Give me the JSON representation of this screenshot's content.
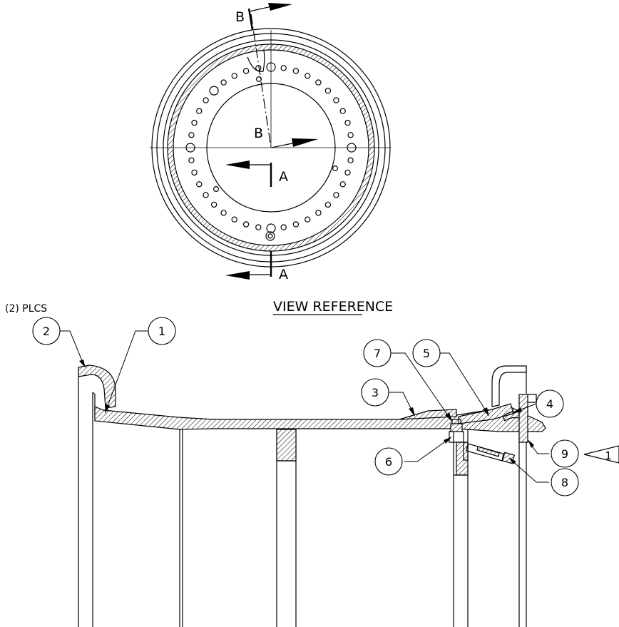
{
  "view_title": "VIEW REFERENCE",
  "section_labels": {
    "b_top": "B",
    "b_center": "B",
    "a_upper": "A",
    "a_lower": "A"
  },
  "note_plcs": "(2) PLCS",
  "balloons": [
    {
      "id": "balloon-1",
      "label": "1"
    },
    {
      "id": "balloon-2",
      "label": "2"
    },
    {
      "id": "balloon-3",
      "label": "3"
    },
    {
      "id": "balloon-4",
      "label": "4"
    },
    {
      "id": "balloon-5",
      "label": "5"
    },
    {
      "id": "balloon-6",
      "label": "6"
    },
    {
      "id": "balloon-7",
      "label": "7"
    },
    {
      "id": "balloon-8",
      "label": "8"
    },
    {
      "id": "balloon-9",
      "label": "9"
    }
  ],
  "flag_note": "1"
}
